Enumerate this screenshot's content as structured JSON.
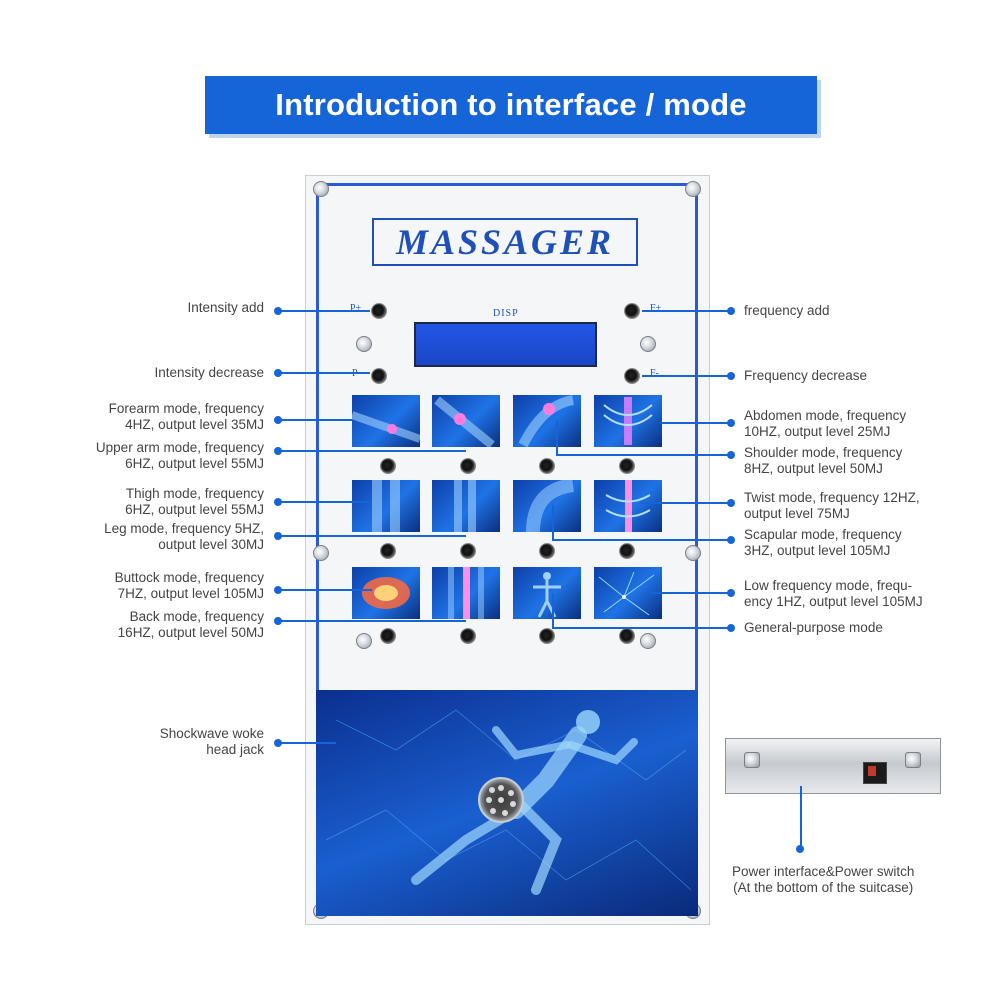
{
  "title": "Introduction to interface / mode",
  "brand": "MASSAGER",
  "panel": {
    "display_label": "DISP",
    "p_plus": "P+",
    "p_minus": "P-",
    "f_plus": "F+",
    "f_minus": "F-"
  },
  "left_labels": [
    {
      "lines": [
        "Intensity add"
      ]
    },
    {
      "lines": [
        "Intensity decrease"
      ]
    },
    {
      "lines": [
        "Forearm mode, frequency",
        "4HZ, output level 35MJ"
      ]
    },
    {
      "lines": [
        "Upper arm mode, frequency",
        "6HZ, output level 55MJ"
      ]
    },
    {
      "lines": [
        "Thigh mode, frequency",
        "6HZ, output level 55MJ"
      ]
    },
    {
      "lines": [
        "Leg mode, frequency 5HZ,",
        "output level 30MJ"
      ]
    },
    {
      "lines": [
        "Buttock mode, frequency",
        "7HZ, output level 105MJ"
      ]
    },
    {
      "lines": [
        "Back mode, frequency",
        "16HZ, output level 50MJ"
      ]
    },
    {
      "lines": [
        "Shockwave woke",
        "head jack"
      ]
    }
  ],
  "right_labels": [
    {
      "lines": [
        "frequency add"
      ]
    },
    {
      "lines": [
        "Frequency decrease"
      ]
    },
    {
      "lines": [
        "Abdomen mode, frequency",
        "10HZ, output level 25MJ"
      ]
    },
    {
      "lines": [
        "Shoulder mode, frequency",
        "8HZ, output level 50MJ"
      ]
    },
    {
      "lines": [
        "Twist mode, frequency 12HZ,",
        "output level 75MJ"
      ]
    },
    {
      "lines": [
        "Scapular mode, frequency",
        "3HZ, output level 105MJ"
      ]
    },
    {
      "lines": [
        "Low frequency mode, frequ-",
        "ency 1HZ, output level 105MJ"
      ]
    },
    {
      "lines": [
        "General-purpose mode"
      ]
    }
  ],
  "power_label": [
    "Power interface&Power switch",
    "(At the bottom of the suitcase)"
  ],
  "colors": {
    "accent": "#1565d8",
    "panel_border": "#2a5bd7",
    "brand": "#1f4fb8"
  }
}
